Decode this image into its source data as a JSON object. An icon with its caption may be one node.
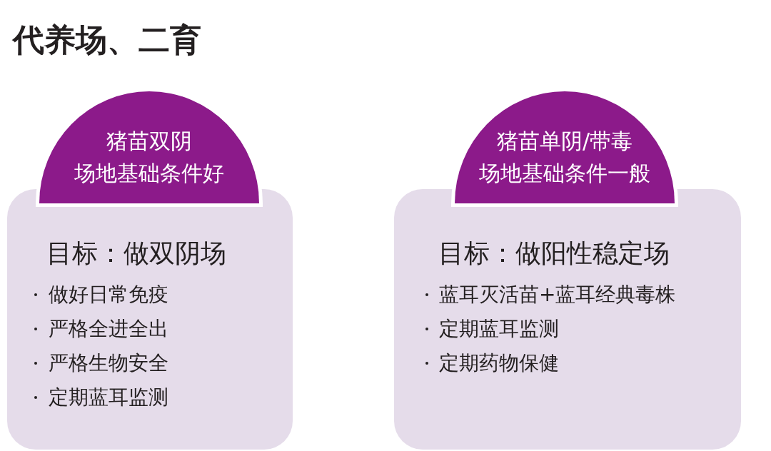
{
  "diagram": {
    "title": "代养场、二育",
    "nodes": [
      {
        "text": [
          "猪苗双阴",
          "场地基础条件好"
        ]
      },
      {
        "text": [
          "目标：做双阴场",
          "做好日常免疫",
          "严格全进全出",
          "严格生物安全",
          "定期蓝耳监测"
        ]
      },
      {
        "text": [
          "猪苗单阴/带毒",
          "场地基础条件一般"
        ]
      },
      {
        "text": [
          "目标：做阳性稳定场",
          "蓝耳灭活苗+蓝耳经典毒株",
          "定期蓝耳监测",
          "定期药物保健"
        ]
      }
    ]
  }
}
